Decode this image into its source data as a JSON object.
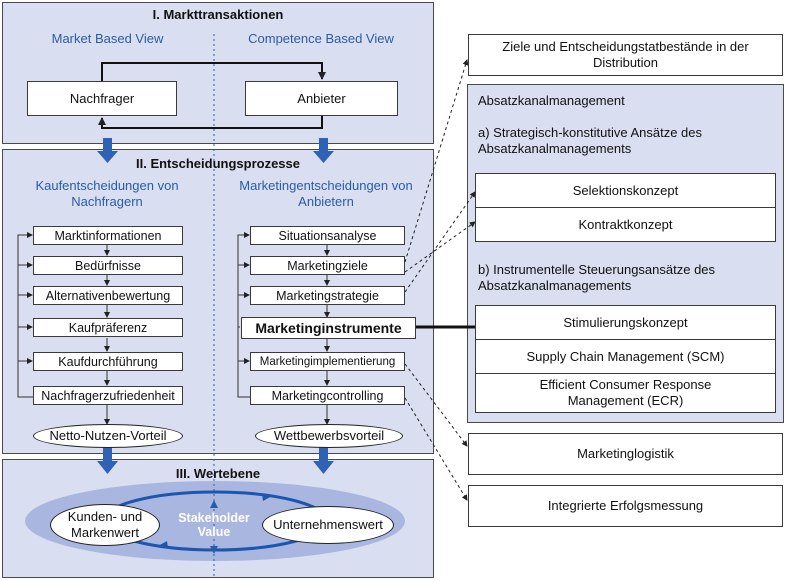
{
  "sections": {
    "s1_title": "I. Markttransaktionen",
    "s2_title": "II. Entscheidungsprozesse",
    "s3_title": "III. Wertebene"
  },
  "views": {
    "left": "Market Based View",
    "right": "Competence Based View"
  },
  "actors": {
    "buyer": "Nachfrager",
    "supplier": "Anbieter"
  },
  "columns": {
    "left_heading": "Kaufentscheidungen von Nachfragern",
    "right_heading": "Marketingentscheidungen von Anbietern"
  },
  "left_steps": [
    "Marktinformationen",
    "Bedürfnisse",
    "Alternativenbewertung",
    "Kaufpräferenz",
    "Kaufdurchführung",
    "Nachfragerzufriedenheit"
  ],
  "right_steps": [
    "Situationsanalyse",
    "Marketingziele",
    "Marketingstrategie",
    "Marketinginstrumente",
    "Marketingimplementierung",
    "Marketingcontrolling"
  ],
  "outcomes": {
    "left": "Netto-Nutzen-Vorteil",
    "right": "Wettbewerbsvorteil"
  },
  "values": {
    "left": "Kunden- und Markenwert",
    "right": "Unternehmenswert",
    "center": "Stakeholder Value"
  },
  "right_panel": {
    "top_box": "Ziele und Entscheidungstatbestände in der Distribution",
    "main_title": "Absatzkanalmanagement",
    "group_a": "a) Strategisch-konstitutive Ansätze des Absatzkanalmanagements",
    "group_a_items": [
      "Selektionskonzept",
      "Kontraktkonzept"
    ],
    "group_b": "b) Instrumentelle Steuerungsansätze des Absatzkanalmanagements",
    "group_b_items": [
      "Stimulierungskonzept",
      "Supply Chain Management (SCM)",
      "Efficient Consumer Response Management (ECR)"
    ],
    "logistics": "Marketinglogistik",
    "measurement": "Integrierte Erfolgsmessung"
  },
  "colors": {
    "panel_bg": "#d9dff0",
    "accent_blue": "#2a5ba8",
    "arrow_blue": "#2f62b5"
  }
}
